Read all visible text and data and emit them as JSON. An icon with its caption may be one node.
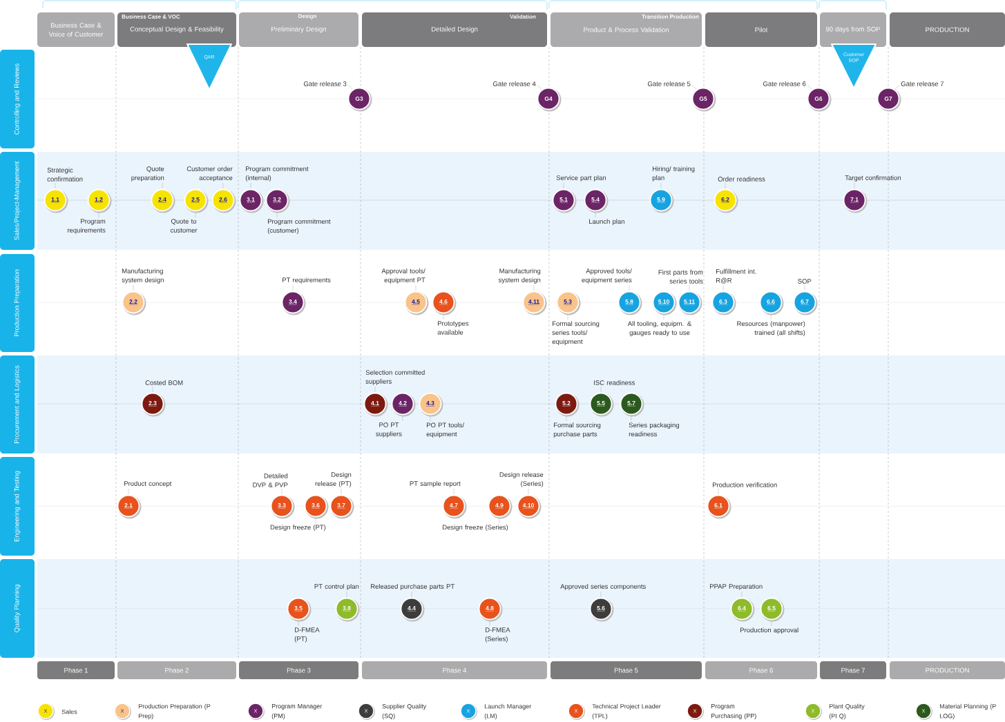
{
  "diagram": {
    "nodes": [
      {
        "text": [
          "Business Case & Voice of Customer"
        ]
      },
      {
        "text": [
          "Business Case & VOC",
          "Conceptual Design & Feasibility"
        ]
      },
      {
        "text": [
          "Design",
          "Preliminary Design"
        ]
      },
      {
        "text": [
          "Validation",
          "Detailed Design"
        ]
      },
      {
        "text": [
          "Transition Production",
          "Product & Process Validation"
        ]
      },
      {
        "text": [
          "Pilot"
        ]
      },
      {
        "text": [
          "90 days from SOP"
        ]
      },
      {
        "text": [
          "PRODUCTION"
        ]
      },
      {
        "text": [
          "Controlling and Reviews"
        ]
      },
      {
        "text": [
          "Sales/Project-Management"
        ]
      },
      {
        "text": [
          "Production Preparation"
        ]
      },
      {
        "text": [
          "Procurement and Logistics"
        ]
      },
      {
        "text": [
          "Engineering and Testing"
        ]
      },
      {
        "text": [
          "Quality Planning"
        ]
      },
      {
        "text": [
          "QAR"
        ]
      },
      {
        "text": [
          "Customer SOP"
        ]
      },
      {
        "text": [
          "G3"
        ],
        "beside": [
          "Gate release 3"
        ]
      },
      {
        "text": [
          "G4"
        ],
        "beside": [
          "Gate release 4"
        ]
      },
      {
        "text": [
          "G5"
        ],
        "beside": [
          "Gate release 5"
        ]
      },
      {
        "text": [
          "G6"
        ],
        "beside": [
          "Gate release 6"
        ]
      },
      {
        "text": [
          "G7"
        ],
        "beside": [
          "Gate release 7"
        ]
      },
      {
        "text": [
          "1.1"
        ],
        "beside": [
          "Strategic confirmation"
        ]
      },
      {
        "text": [
          "1.2"
        ],
        "beside": [
          "Program requirements"
        ]
      },
      {
        "text": [
          "2.4"
        ],
        "beside": [
          "Quote preparation"
        ]
      },
      {
        "text": [
          "2.5"
        ],
        "beside": [
          "Quote to customer"
        ]
      },
      {
        "text": [
          "2.6"
        ],
        "beside": [
          "Customer order acceptance"
        ]
      },
      {
        "text": [
          "3.1"
        ],
        "beside": [
          "Program commitment (internal)"
        ]
      },
      {
        "text": [
          "3.2"
        ],
        "beside": [
          "Program commitment (customer)"
        ]
      },
      {
        "text": [
          "5.1"
        ],
        "beside": [
          "Service part plan"
        ]
      },
      {
        "text": [
          "5.4"
        ],
        "beside": [
          "Launch plan"
        ]
      },
      {
        "text": [
          "5.9"
        ],
        "beside": [
          "Hiring/ training plan"
        ]
      },
      {
        "text": [
          "6.2"
        ],
        "beside": [
          "Order readiness"
        ]
      },
      {
        "text": [
          "7.1"
        ],
        "beside": [
          "Target confirmation"
        ]
      },
      {
        "text": [
          "2.2"
        ],
        "beside": [
          "Manufacturing system design"
        ]
      },
      {
        "text": [
          "3.4"
        ],
        "beside": [
          "PT requirements"
        ]
      },
      {
        "text": [
          "4.5"
        ],
        "beside": [
          "Approval tools/ equipment PT"
        ]
      },
      {
        "text": [
          "4.6"
        ],
        "beside": [
          "Prototypes available"
        ]
      },
      {
        "text": [
          "4.11"
        ],
        "beside": [
          "Manufacturing system design"
        ]
      },
      {
        "text": [
          "5.3"
        ],
        "beside": [
          "Formal sourcing series tools/ equipment"
        ]
      },
      {
        "text": [
          "5.8"
        ],
        "beside": [
          "Approved tools/ equipment series"
        ]
      },
      {
        "text": [
          "5.10"
        ],
        "beside": [
          "All tooling, equipm. & gauges ready to use"
        ]
      },
      {
        "text": [
          "5.11"
        ],
        "beside": [
          "First parts from series tools"
        ]
      },
      {
        "text": [
          "6.3"
        ],
        "beside": [
          "Fulfillment int. R@R"
        ]
      },
      {
        "text": [
          "6.6"
        ],
        "beside": [
          "Resources (manpower) trained (all shifts)"
        ]
      },
      {
        "text": [
          "6.7"
        ],
        "beside": [
          "SOP"
        ]
      },
      {
        "text": [
          "2.3"
        ],
        "beside": [
          "Costed BOM"
        ]
      },
      {
        "text": [
          "4.1"
        ],
        "beside": [
          "Selection committed suppliers"
        ]
      },
      {
        "text": [
          "4.2"
        ],
        "beside": [
          "PO PT suppliers"
        ]
      },
      {
        "text": [
          "4.3"
        ],
        "beside": [
          "PO PT tools/ equipment"
        ]
      },
      {
        "text": [
          "5.2"
        ],
        "beside": [
          "Formal sourcing purchase parts"
        ]
      },
      {
        "text": [
          "5.5"
        ],
        "beside": [
          "ISC readiness"
        ]
      },
      {
        "text": [
          "5.7"
        ],
        "beside": [
          "Series packaging readiness"
        ]
      },
      {
        "text": [
          "2.1"
        ],
        "beside": [
          "Product concept"
        ]
      },
      {
        "text": [
          "3.3"
        ],
        "beside": [
          "Detailed DVP & PVP"
        ]
      },
      {
        "text": [
          "3.6"
        ],
        "beside": [
          "Design freeze (PT)"
        ]
      },
      {
        "text": [
          "3.7"
        ],
        "beside": [
          "Design release (PT)"
        ]
      },
      {
        "text": [
          "4.7"
        ],
        "beside": [
          "PT sample report"
        ]
      },
      {
        "text": [
          "4.9"
        ],
        "beside": [
          "Design freeze (Series)"
        ]
      },
      {
        "text": [
          "4.10"
        ],
        "beside": [
          "Design release (Series)"
        ]
      },
      {
        "text": [
          "6.1"
        ],
        "beside": [
          "Production verification"
        ]
      },
      {
        "text": [
          "3.5"
        ],
        "beside": [
          "D-FMEA (PT)"
        ]
      },
      {
        "text": [
          "3.8"
        ],
        "beside": [
          "PT control plan"
        ]
      },
      {
        "text": [
          "4.4"
        ],
        "beside": [
          "Released purchase parts PT"
        ]
      },
      {
        "text": [
          "4.8"
        ],
        "beside": [
          "D-FMEA (Series)"
        ]
      },
      {
        "text": [
          "5.6"
        ],
        "beside": [
          "Approved series components"
        ]
      },
      {
        "text": [
          "6.4"
        ],
        "beside": [
          "PPAP Preparation"
        ]
      },
      {
        "text": [
          "6.5"
        ],
        "beside": [
          "Production approval"
        ]
      },
      {
        "text": [
          "Phase 1"
        ]
      },
      {
        "text": [
          "Phase 2"
        ]
      },
      {
        "text": [
          "Phase 3"
        ]
      },
      {
        "text": [
          "Phase 4"
        ]
      },
      {
        "text": [
          "Phase 5"
        ]
      },
      {
        "text": [
          "Phase 6"
        ]
      },
      {
        "text": [
          "Phase 7"
        ]
      },
      {
        "text": [
          "PRODUCTION"
        ]
      }
    ],
    "labels": [
      "X",
      "X",
      "X",
      "X",
      "X",
      "X",
      "X",
      "X",
      "X"
    ],
    "legend": [
      {
        "text": "Sales",
        "color": "#f7e300"
      },
      {
        "text": "Production Preparation (P Prep)",
        "color": "#f9c38a"
      },
      {
        "text": "Program Manager (PM)",
        "color": "#6b2466"
      },
      {
        "text": "Supplier Quality (SQ)",
        "color": "#3d3d3d"
      },
      {
        "text": "Launch Manager (LM)",
        "color": "#17a3e0"
      },
      {
        "text": "Technical Project Leader (TPL)",
        "color": "#e8521c"
      },
      {
        "text": "Program Purchasing (PP)",
        "color": "#7d1a10"
      },
      {
        "text": "Plant Quality (PI Q)",
        "color": "#8dbb2a"
      },
      {
        "text": "Material Planning (P LOG)",
        "color": "#2c5a1e"
      }
    ]
  }
}
